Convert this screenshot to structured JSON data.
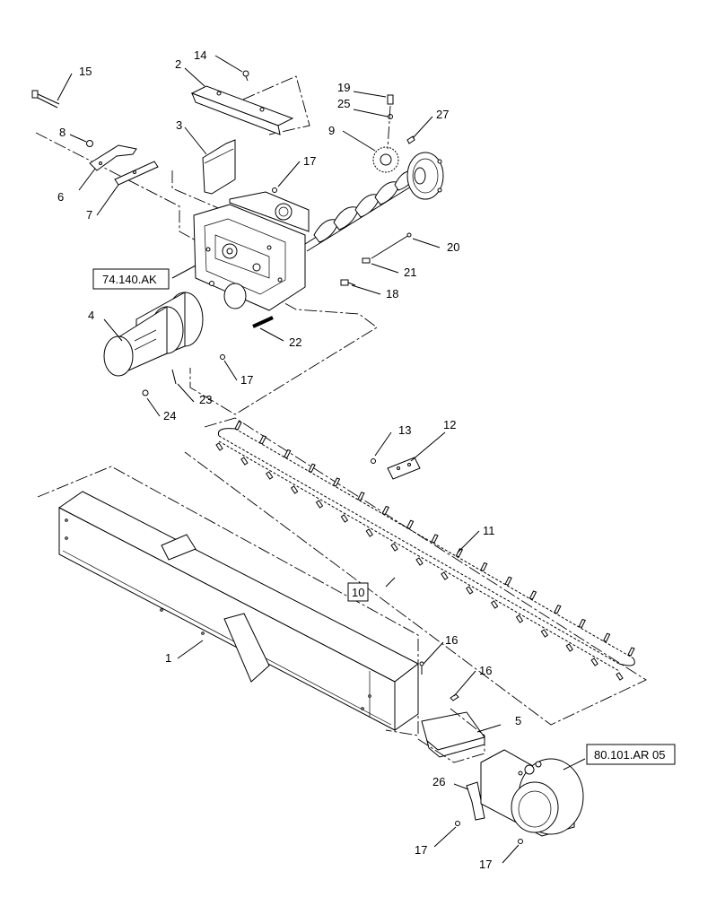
{
  "diagram": {
    "callouts": {
      "c1": "1",
      "c2": "2",
      "c3": "3",
      "c4": "4",
      "c5": "5",
      "c6": "6",
      "c7": "7",
      "c8": "8",
      "c9": "9",
      "c11": "11",
      "c12": "12",
      "c13": "13",
      "c14": "14",
      "c15": "15",
      "c16a": "16",
      "c16b": "16",
      "c17a": "17",
      "c17b": "17",
      "c17c": "17",
      "c17d": "17",
      "c18": "18",
      "c19": "19",
      "c20": "20",
      "c21": "21",
      "c22": "22",
      "c23": "23",
      "c24": "24",
      "c25": "25",
      "c26": "26",
      "c27": "27"
    },
    "references": {
      "ref_74140": "74.140.AK",
      "ref_10": "10",
      "ref_80101": "80.101.AR 05"
    }
  }
}
